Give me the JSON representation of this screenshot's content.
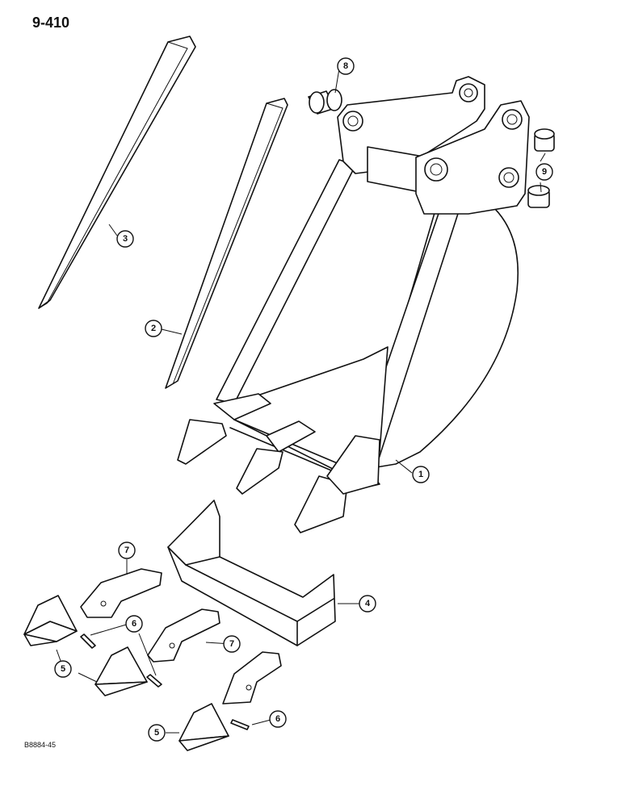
{
  "page_number": "9-410",
  "figure_code": "B8884-45",
  "callouts": [
    {
      "id": "c1",
      "label": "1"
    },
    {
      "id": "c2",
      "label": "2"
    },
    {
      "id": "c3",
      "label": "3"
    },
    {
      "id": "c4",
      "label": "4"
    },
    {
      "id": "c5a",
      "label": "5"
    },
    {
      "id": "c5b",
      "label": "5"
    },
    {
      "id": "c6a",
      "label": "6"
    },
    {
      "id": "c6b",
      "label": "6"
    },
    {
      "id": "c7a",
      "label": "7"
    },
    {
      "id": "c7b",
      "label": "7"
    },
    {
      "id": "c8",
      "label": "8"
    },
    {
      "id": "c9",
      "label": "9"
    }
  ]
}
